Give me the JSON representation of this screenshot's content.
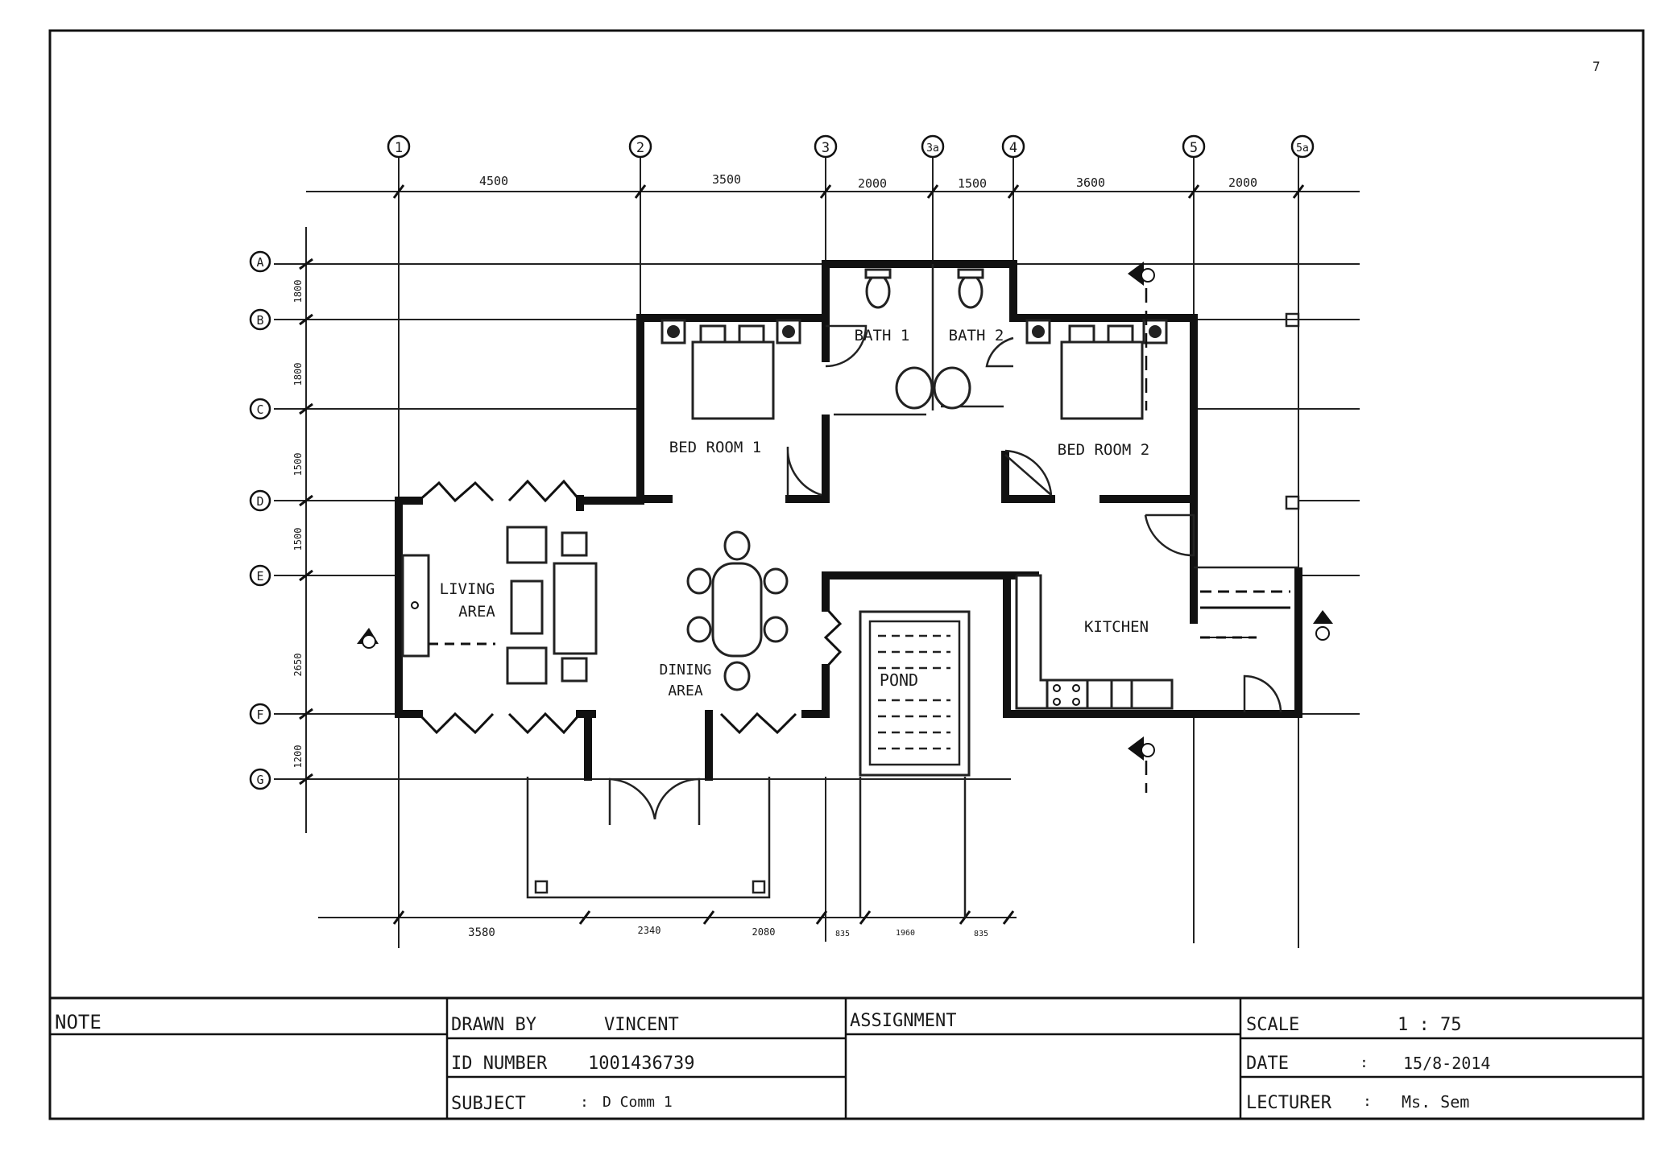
{
  "sheet": {
    "page_number": "7"
  },
  "grid_columns": [
    {
      "label": "1"
    },
    {
      "label": "2"
    },
    {
      "label": "3"
    },
    {
      "label": "3a"
    },
    {
      "label": "4"
    },
    {
      "label": "5"
    },
    {
      "label": "5a"
    }
  ],
  "grid_rows": [
    {
      "label": "A"
    },
    {
      "label": "B"
    },
    {
      "label": "C"
    },
    {
      "label": "D"
    },
    {
      "label": "E"
    },
    {
      "label": "F"
    },
    {
      "label": "G"
    }
  ],
  "top_dimensions": [
    "4500",
    "3500",
    "2000",
    "1500",
    "3600",
    "2000"
  ],
  "left_dimensions": [
    "1800",
    "1800",
    "1500",
    "1500",
    "2650",
    "1200"
  ],
  "bottom_dimensions": [
    "3580",
    "2340",
    "2080",
    "835",
    "1960",
    "835"
  ],
  "rooms": {
    "bath1": "BATH 1",
    "bath2": "BATH 2",
    "bedroom1": "BED ROOM 1",
    "bedroom2": "BED ROOM 2",
    "living": [
      "LIVING",
      "AREA"
    ],
    "dining": [
      "DINING",
      "AREA"
    ],
    "kitchen": "KITCHEN",
    "pond": "POND"
  },
  "title_block": {
    "note_label": "NOTE",
    "drawn_by_label": "DRAWN BY",
    "drawn_by_value": "VINCENT",
    "id_label": "ID NUMBER",
    "id_value": "1001436739",
    "subject_label": "SUBJECT",
    "subject_value": "D Comm 1",
    "assignment_label": "ASSIGNMENT",
    "scale_label": "SCALE",
    "scale_value": "1 : 75",
    "date_label": "DATE",
    "date_value": "15/8-2014",
    "lecturer_label": "LECTURER",
    "lecturer_value": "Ms. Sem",
    "separator": ":"
  }
}
